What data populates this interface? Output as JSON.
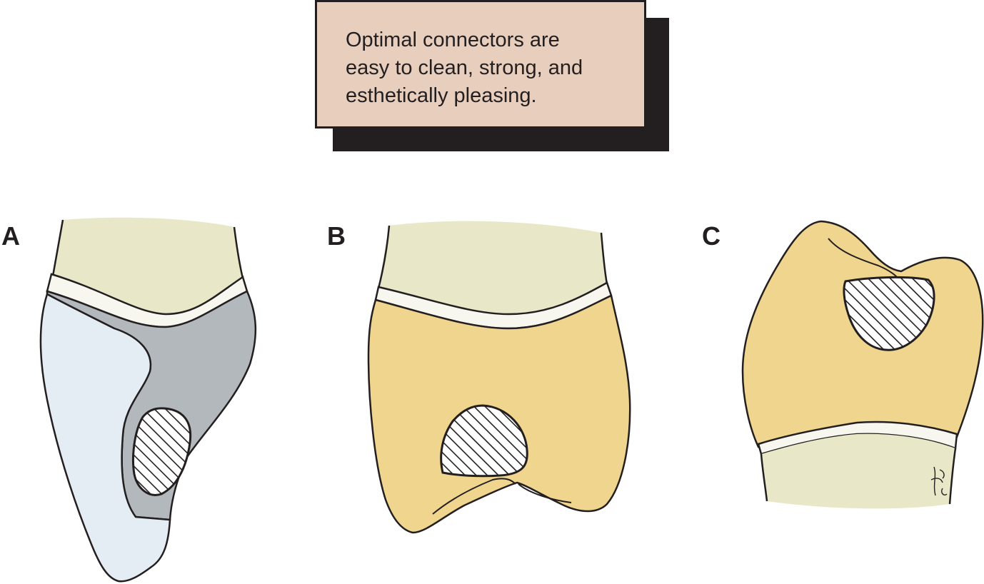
{
  "callout": {
    "text": "Optimal connectors are\neasy to clean, strong, and\nesthetically pleasing."
  },
  "panels": [
    {
      "label": "A"
    },
    {
      "label": "B"
    },
    {
      "label": "C"
    }
  ],
  "colors": {
    "root": "#e8e8c9",
    "cej_band": "#f7f7ef",
    "enamel_gold": "#f0d58f",
    "metal_gray": "#b3b8bc",
    "porcelain_blue": "#e4edf3",
    "outline": "#231f20",
    "callout_fill": "#e8cebd"
  }
}
